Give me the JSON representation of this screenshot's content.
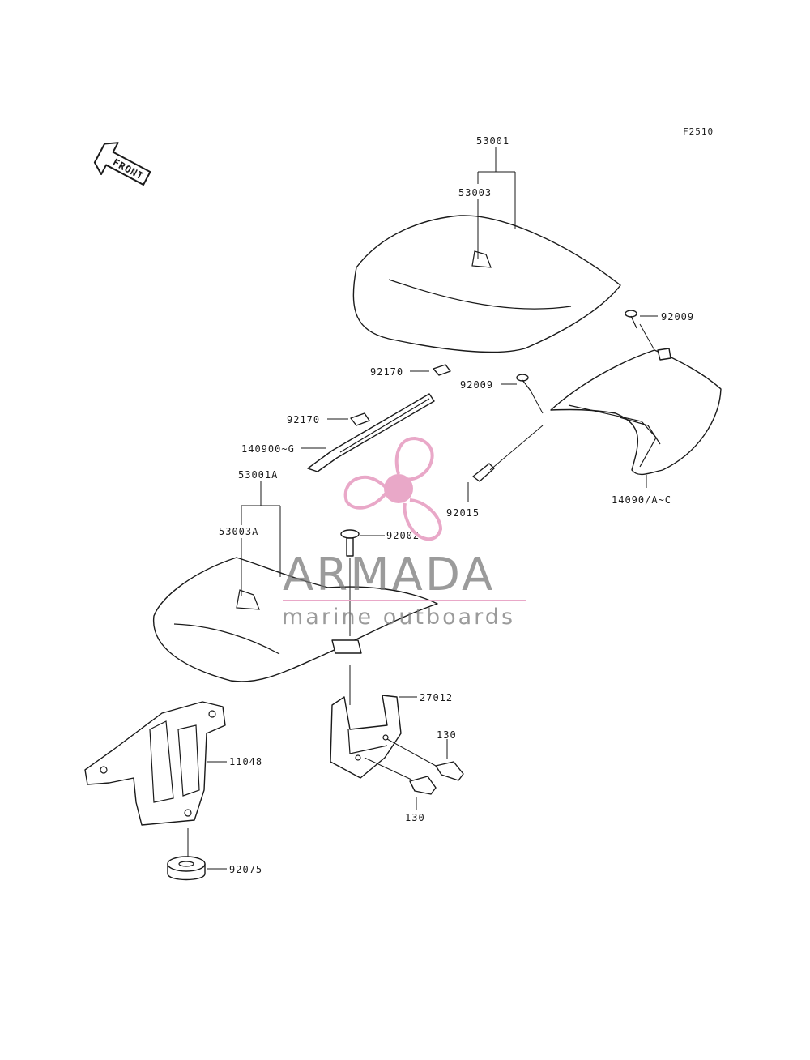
{
  "figure_code": "F2510",
  "front_arrow_label": "FRONT",
  "callouts": {
    "p53001": "53001",
    "p53003": "53003",
    "p92009a": "92009",
    "p92009b": "92009",
    "p92170a": "92170",
    "p92170b": "92170",
    "p140900": "140900~G",
    "p92015": "92015",
    "p14090": "14090/A~C",
    "p53001A": "53001A",
    "p53003A": "53003A",
    "p92002": "92002",
    "p27012": "27012",
    "p130a": "130",
    "p130b": "130",
    "p11048": "11048",
    "p92075": "92075"
  },
  "watermark": {
    "brand": "ARMADA",
    "tagline": "marine outboards",
    "accent_color": "#e9a8c8",
    "text_color": "#7a7a7a"
  }
}
